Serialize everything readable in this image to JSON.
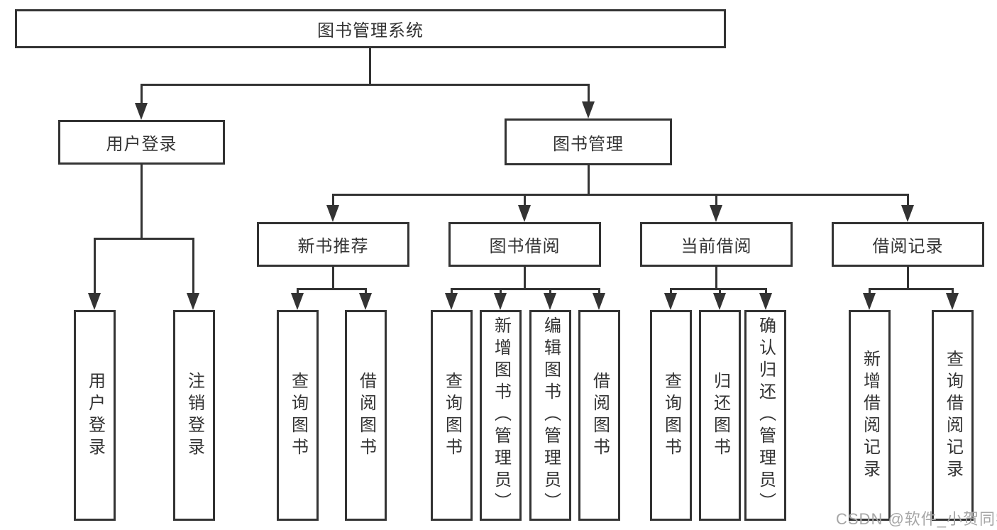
{
  "nodes": {
    "root": {
      "label": "图书管理系统"
    },
    "user_login": {
      "label": "用户登录"
    },
    "book_mgmt": {
      "label": "图书管理"
    },
    "new_book_rec": {
      "label": "新书推荐"
    },
    "book_borrow": {
      "label": "图书借阅"
    },
    "current_borrow": {
      "label": "当前借阅"
    },
    "borrow_record": {
      "label": "借阅记录"
    },
    "leaf_user_login": {
      "label": "用户登录"
    },
    "leaf_logout": {
      "label": "注销登录"
    },
    "leaf_query_books_rec": {
      "label": "查询图书"
    },
    "leaf_borrow_books_rec": {
      "label": "借阅图书"
    },
    "leaf_query_books_borrow": {
      "label": "查询图书"
    },
    "leaf_add_books": {
      "label": "新增图书（管理员）"
    },
    "leaf_edit_books": {
      "label": "编辑图书（管理员）"
    },
    "leaf_borrow_books_borrow": {
      "label": "借阅图书"
    },
    "leaf_query_books_current": {
      "label": "查询图书"
    },
    "leaf_return_books": {
      "label": "归还图书"
    },
    "leaf_confirm_return": {
      "label": "确认归还（管理员）"
    },
    "leaf_add_borrow_record": {
      "label": "新增借阅记录"
    },
    "leaf_query_borrow_record": {
      "label": "查询借阅记录"
    }
  },
  "watermark": {
    "text": "CSDN @软件_小贺同学"
  },
  "colors": {
    "line": "#333333",
    "border": "#333333",
    "text": "#333333",
    "watermark": "#a6a6a6",
    "background": "#ffffff"
  }
}
